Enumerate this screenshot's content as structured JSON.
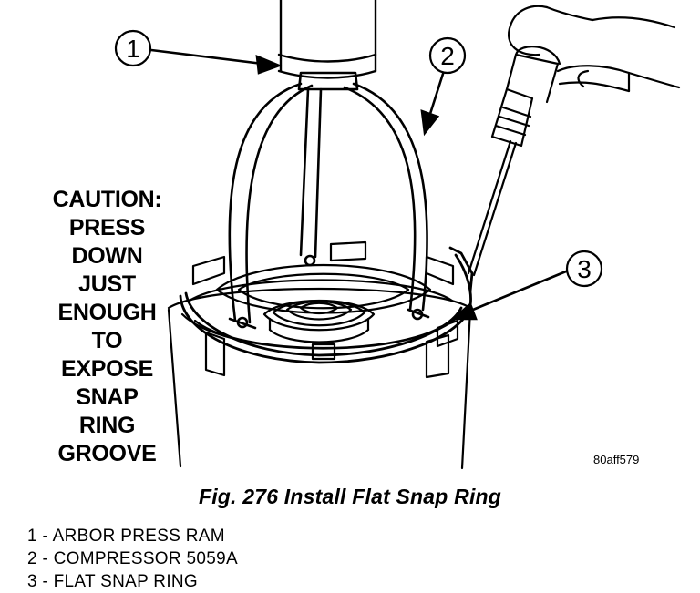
{
  "callouts": [
    "1",
    "2",
    "3"
  ],
  "caution_lines": [
    "CAUTION:",
    "PRESS",
    "DOWN",
    "JUST",
    "ENOUGH",
    "TO",
    "EXPOSE",
    "SNAP",
    "RING",
    "GROOVE"
  ],
  "figure_id": "80aff579",
  "caption": "Fig. 276 Install Flat Snap Ring",
  "legend": [
    "1 - ARBOR PRESS RAM",
    "2 - COMPRESSOR 5059A",
    "3 - FLAT SNAP RING"
  ]
}
